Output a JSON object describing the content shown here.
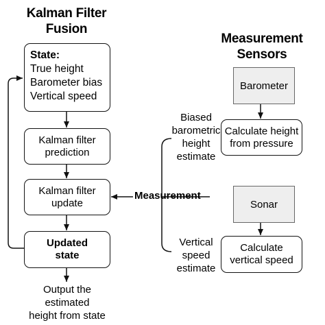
{
  "fusion": {
    "title_line1": "Kalman Filter",
    "title_line2": "Fusion",
    "state_box": {
      "heading": "State:",
      "lines": [
        "True height",
        "Barometer bias",
        "Vertical speed"
      ]
    },
    "prediction_line1": "Kalman filter",
    "prediction_line2": "prediction",
    "update_line1": "Kalman filter",
    "update_line2": "update",
    "updated_state_line1": "Updated",
    "updated_state_line2": "state",
    "output_lines": [
      "Output the",
      "estimated",
      "height from state"
    ]
  },
  "sensors": {
    "title_line1": "Measurement",
    "title_line2": "Sensors",
    "barometer": "Barometer",
    "calc_height_line1": "Calculate height",
    "calc_height_line2": "from pressure",
    "sonar": "Sonar",
    "calc_speed_line1": "Calculate",
    "calc_speed_line2": "vertical speed",
    "biased_lines": [
      "Biased",
      "barometric",
      "height",
      "estimate"
    ],
    "vertical_lines": [
      "Vertical",
      "speed",
      "estimate"
    ]
  },
  "measurement_label": "Measurement"
}
